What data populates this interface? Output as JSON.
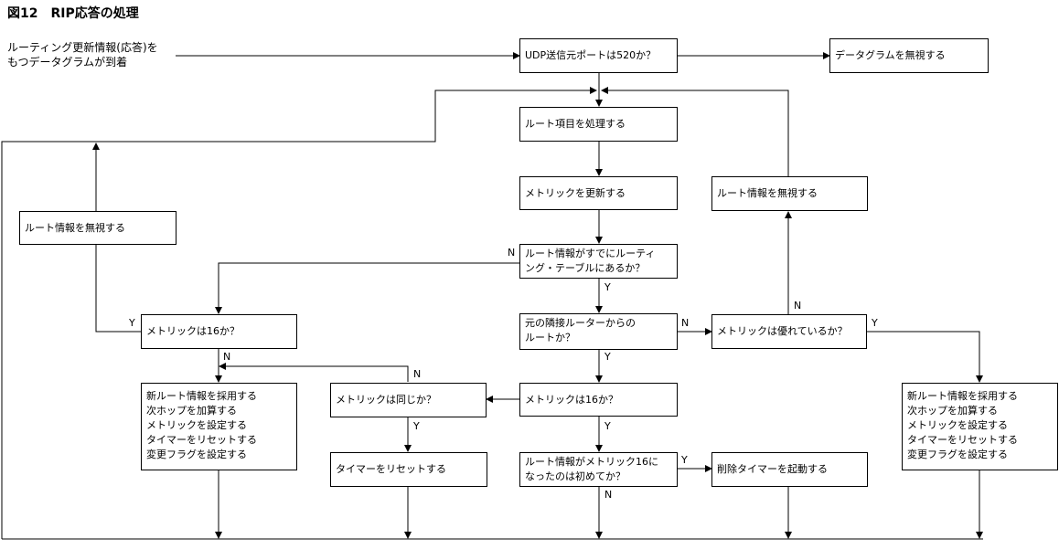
{
  "title": "図12　RIP応答の処理",
  "intro": [
    "ルーティング更新情報(応答)を",
    "もつデータグラムが到着"
  ],
  "boxes": {
    "udp_check": "UDP送信元ポートは520か？",
    "discard_datagram": "データグラムを無視する",
    "process_route": "ルート項目を処理する",
    "update_metric": "メトリックを更新する",
    "ignore_route_left": "ルート情報を無視する",
    "ignore_route_right": "ルート情報を無視する",
    "already_in_table": [
      "ルート情報がすでにルーティ",
      "ング・テーブルにあるか？"
    ],
    "metric16_left": "メトリックは16か？",
    "same_router": [
      "元の隣接ルーターからの",
      "ルートか？"
    ],
    "metric_better": "メトリックは優れているか？",
    "adopt_left": [
      "新ルート情報を採用する",
      "次ホップを加算する",
      "メトリックを設定する",
      "タイマーをリセットする",
      "変更フラグを設定する"
    ],
    "metric_same": "メトリックは同じか？",
    "metric16_center": "メトリックは16か？",
    "adopt_right": [
      "新ルート情報を採用する",
      "次ホップを加算する",
      "メトリックを設定する",
      "タイマーをリセットする",
      "変更フラグを設定する"
    ],
    "reset_timer": "タイマーをリセットする",
    "first_time16": [
      "ルート情報がメトリック16に",
      "なったのは初めてか？"
    ],
    "start_delete_timer": "削除タイマーを起動する"
  },
  "labels": {
    "n_table": "N",
    "y_table": "Y",
    "y_metric16_left": "Y",
    "n_metric16_left": "N",
    "n_same_router": "N",
    "y_same_router": "Y",
    "n_better": "N",
    "y_better": "Y",
    "n_metric_same": "N",
    "y_metric_same": "Y",
    "y_metric16_center": "Y",
    "y_first_time": "Y",
    "n_first_time": "N"
  }
}
